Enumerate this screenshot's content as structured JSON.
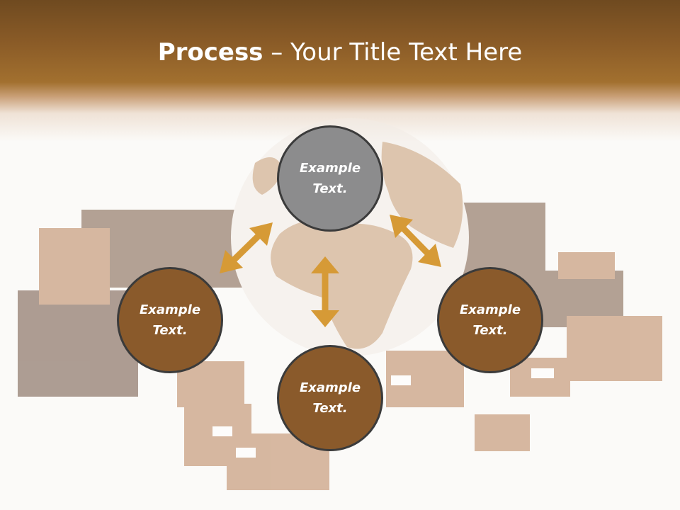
{
  "title": {
    "bold": "Process",
    "rest": " – Your Title Text Here"
  },
  "nodes": [
    {
      "label": "Example\nText.",
      "color": "#8c8c8d"
    },
    {
      "label": "Example\nText.",
      "color": "#8a5a2b"
    },
    {
      "label": "Example\nText.",
      "color": "#8a5a2b"
    },
    {
      "label": "Example\nText.",
      "color": "#8a5a2b"
    }
  ],
  "colors": {
    "header": "#a2702f",
    "arrow": "#d69a36",
    "node_border": "#3b3b3b"
  }
}
